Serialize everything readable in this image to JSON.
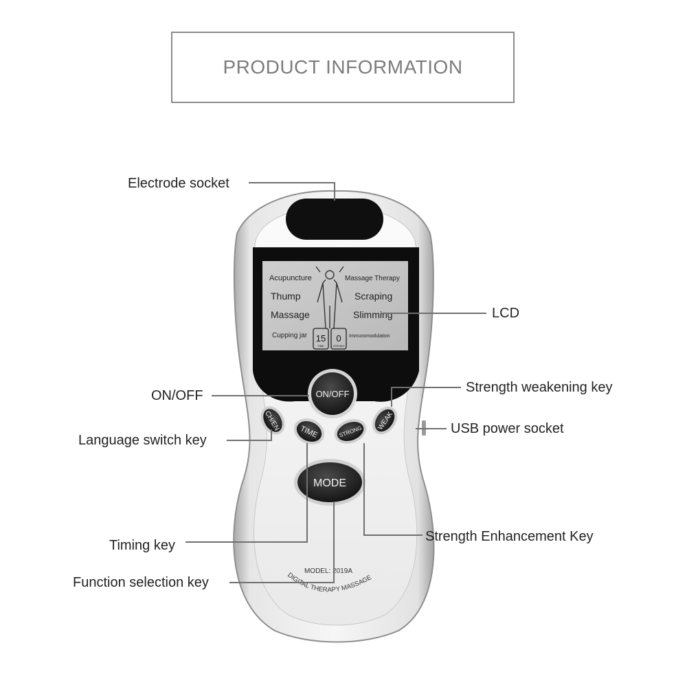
{
  "header": {
    "title": "PRODUCT INFORMATION"
  },
  "callouts": {
    "electrode_socket": "Electrode socket",
    "lcd": "LCD",
    "on_off": "ON/OFF",
    "strength_weakening": "Strength weakening key",
    "usb_power": "USB power socket",
    "language_switch": "Language switch key",
    "timing": "Timing key",
    "strength_enhancement": "Strength Enhancement Key",
    "function_selection": "Function selection key"
  },
  "device": {
    "lcd": {
      "acupuncture": "Acupuncture",
      "massage_therapy": "Massage Therapy",
      "thump": "Thump",
      "scraping": "Scraping",
      "massage": "Massage",
      "slimming": "Slimming",
      "cupping_jar": "Cupping jar",
      "immunomodulation": "Immunomodulation",
      "time_digits": "15",
      "strong_digits": "0",
      "time_label": "TIME",
      "strong_label": "STRONG"
    },
    "buttons": {
      "on_off": "ON/OFF",
      "language": "CH/EN",
      "time": "TIME",
      "strong": "STRONG",
      "weak": "WEAK",
      "mode": "MODE"
    },
    "model": "MODEL: 2019A",
    "brand_arc": "DIGITAL THERAPY MASSAGE"
  },
  "colors": {
    "device_body": "#d9d9d9",
    "lcd_screen": "#c4c4c4",
    "button": "#1c1c1c",
    "leader_line": "#6f6f6f"
  }
}
